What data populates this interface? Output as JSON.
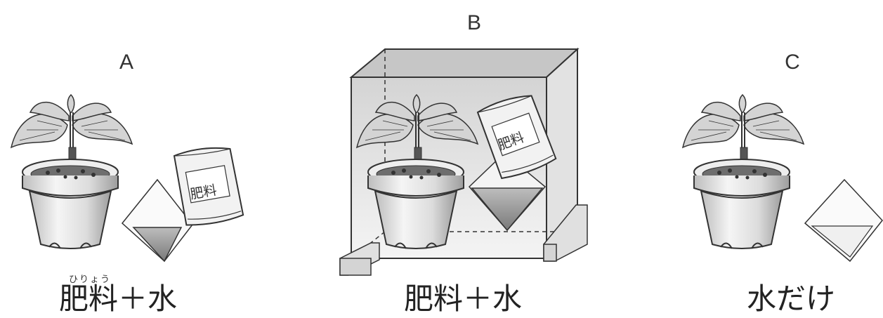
{
  "panels": [
    {
      "letter": "A",
      "caption": "肥料＋水",
      "ruby": "ひりょう",
      "bag_label": "肥料"
    },
    {
      "letter": "B",
      "caption": "肥料＋水",
      "bag_label": "肥料"
    },
    {
      "letter": "C",
      "caption": "水だけ"
    }
  ],
  "colors": {
    "stroke": "#333333",
    "box_fill": "#d8d8d8",
    "water": "#9a9a9a",
    "leaf": "#cfcfcf"
  }
}
